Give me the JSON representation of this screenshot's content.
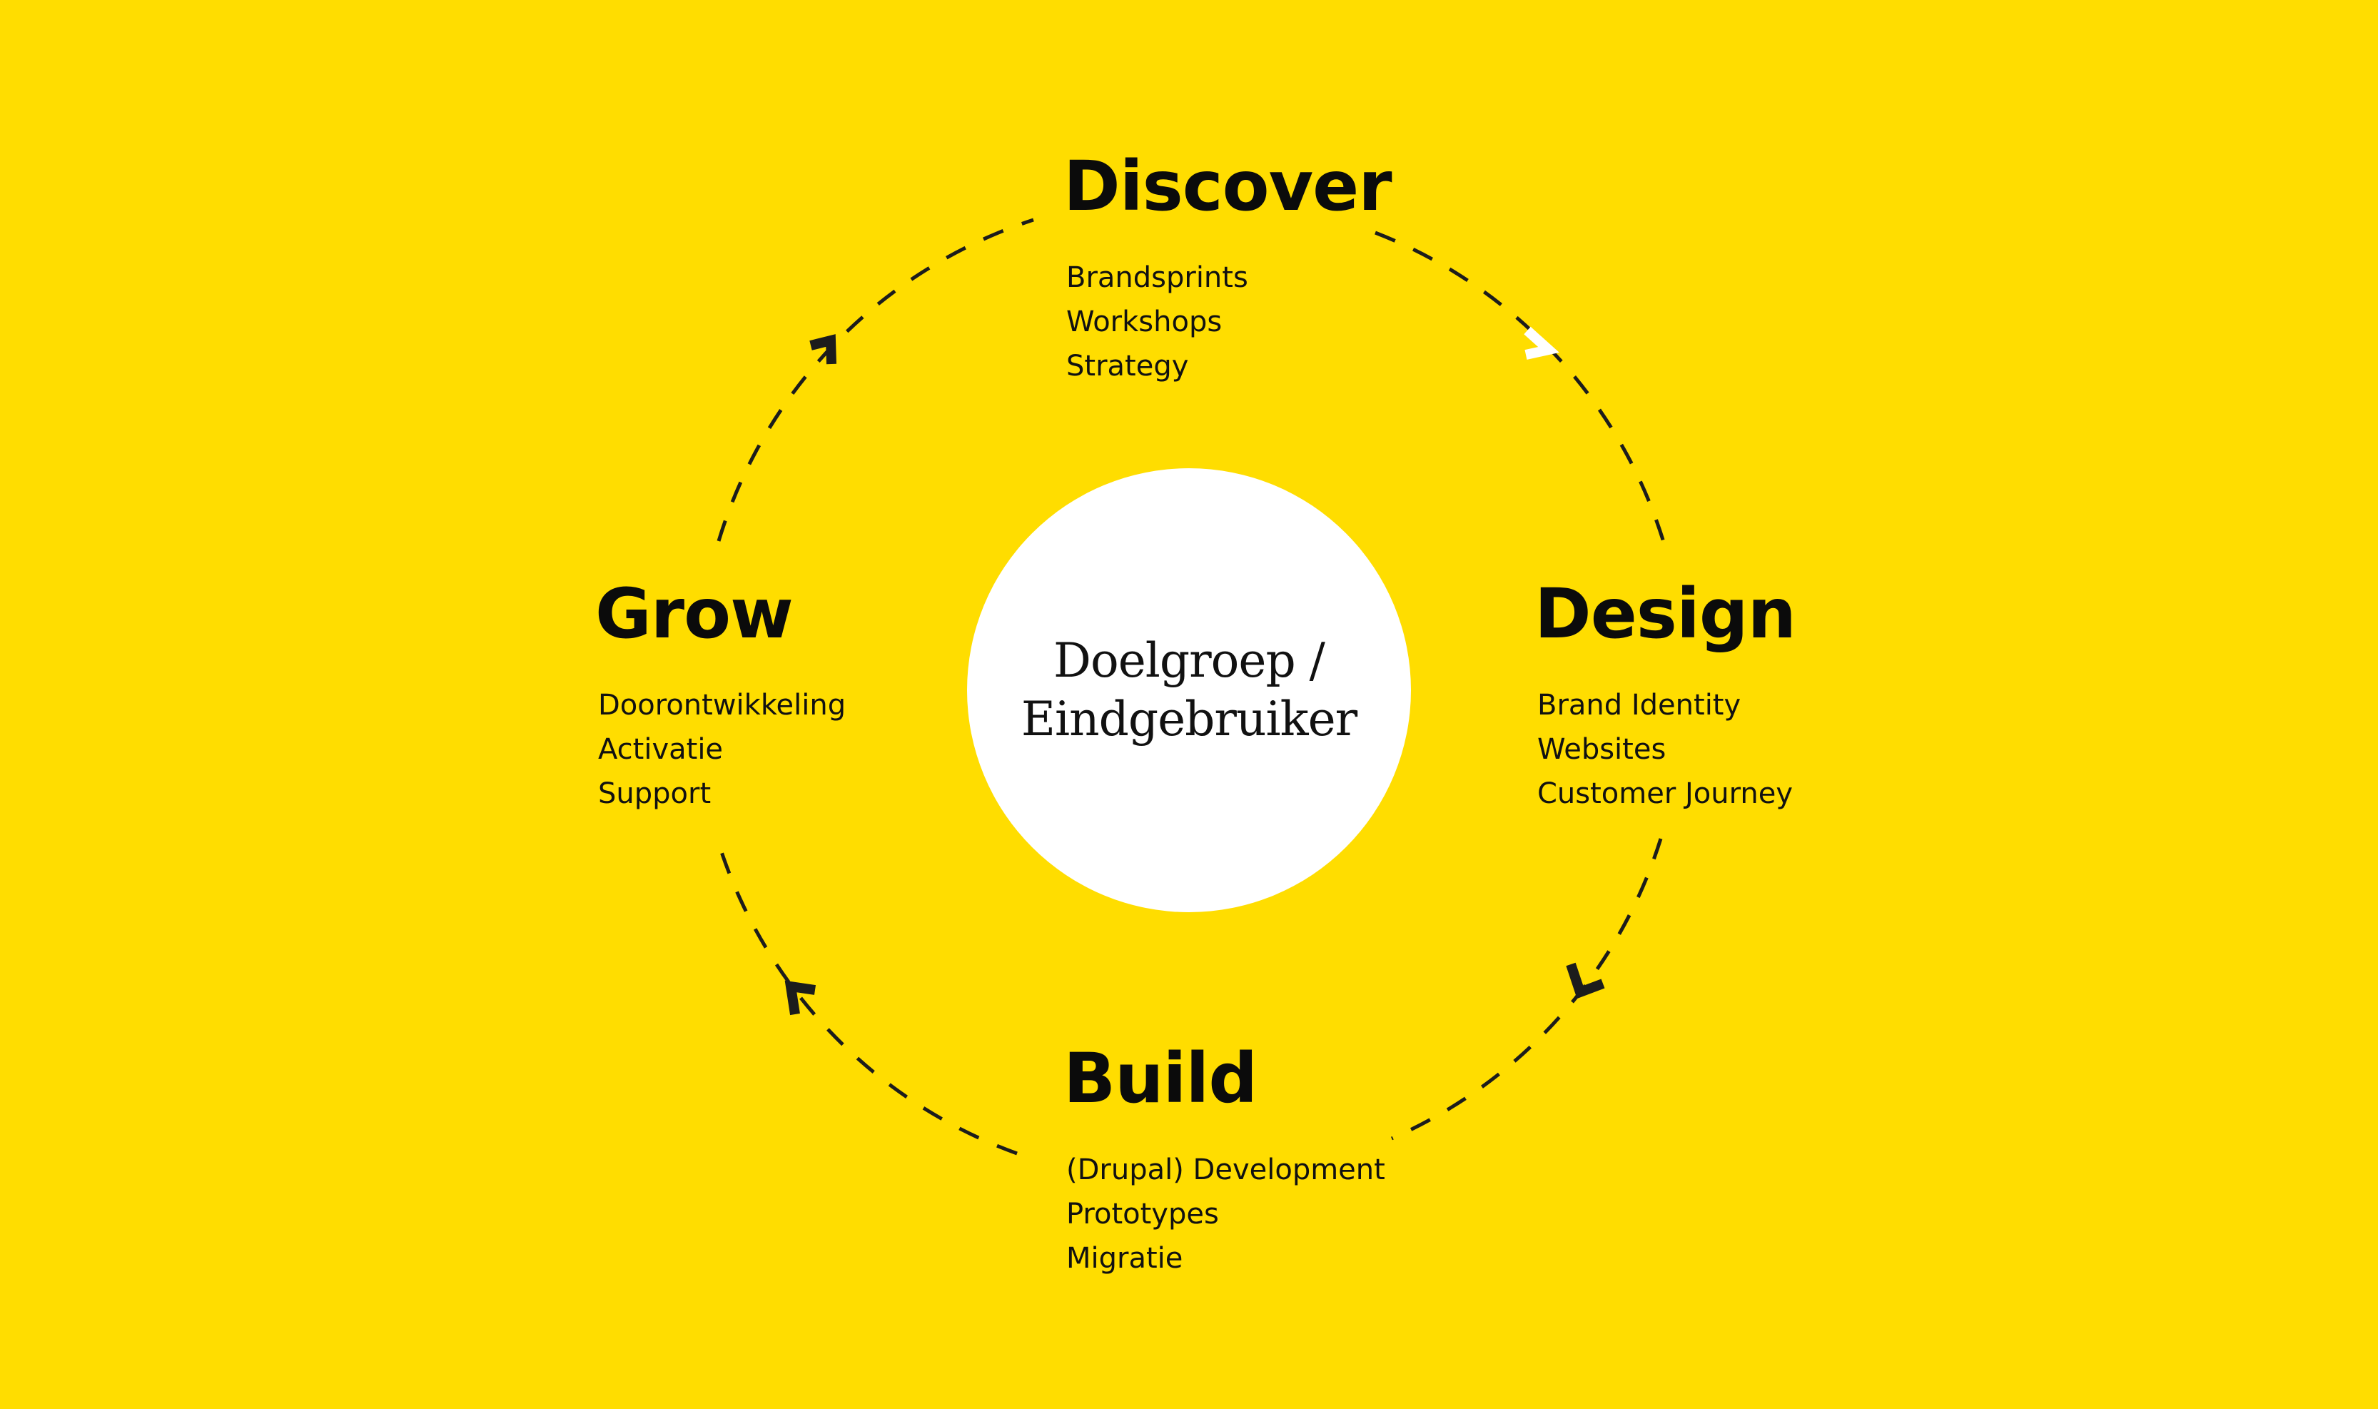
{
  "colors": {
    "background": "#FFDD00",
    "center_fill": "#FFFFFF",
    "text": "#0B0B0B",
    "dash": "#1C1C1C",
    "arrow_dark": "#1C1C1C",
    "arrow_light": "#FFFFFF"
  },
  "center": {
    "line1": "Doelgroep /",
    "line2": "Eindgebruiker"
  },
  "phases": [
    {
      "key": "discover",
      "title": "Discover",
      "items": [
        "Brandsprints",
        "Workshops",
        "Strategy"
      ]
    },
    {
      "key": "design",
      "title": "Design",
      "items": [
        "Brand Identity",
        "Websites",
        "Customer Journey"
      ]
    },
    {
      "key": "build",
      "title": "Build",
      "items": [
        "(Drupal) Development",
        "Prototypes",
        "Migratie"
      ]
    },
    {
      "key": "grow",
      "title": "Grow",
      "items": [
        "Doorontwikkeling",
        "Activatie",
        "Support"
      ]
    }
  ],
  "arrows": [
    {
      "between": "discover-design",
      "icon": "chevron-arrow-icon",
      "color": "#FFFFFF"
    },
    {
      "between": "design-build",
      "icon": "chevron-arrow-icon",
      "color": "#1C1C1C"
    },
    {
      "between": "build-grow",
      "icon": "chevron-arrow-icon",
      "color": "#1C1C1C"
    },
    {
      "between": "grow-discover",
      "icon": "chevron-arrow-icon",
      "color": "#1C1C1C"
    }
  ]
}
